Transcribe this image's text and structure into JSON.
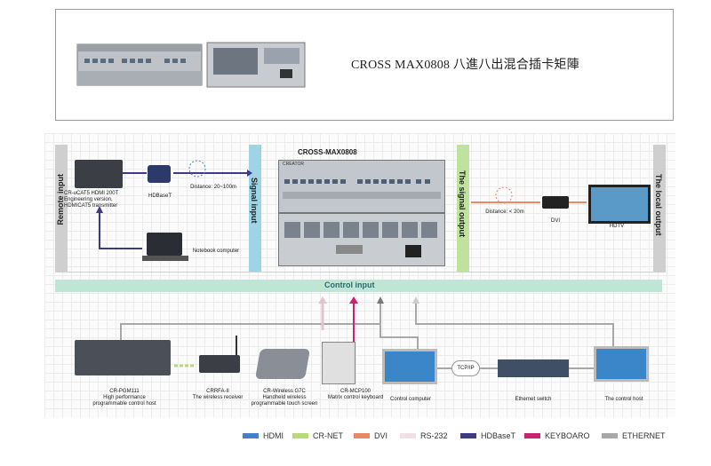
{
  "header": {
    "title": "CROSS MAX0808 八進八出混合插卡矩陣"
  },
  "diagram": {
    "matrix_label": "CROSS-MAX0808",
    "matrix_brand": "CREATOR",
    "remote_input": "Remote input",
    "signal_input": "Signal input",
    "signal_output": "The signal output",
    "local_output": "The local output",
    "control_input": "Control input",
    "tx_label": "CR-uCAT5 HDMI 200T\nEngineering version,\nHDMICAT5 transmitter",
    "hdbaset_label": "HDBaseT",
    "distance_left": "Distance: 20~100m",
    "notebook_label": "Notebook computer",
    "distance_right": "Distance: < 20m",
    "dvi_label": "DVI",
    "hdtv_label": "HDTV",
    "devices": [
      {
        "name": "CR-PGM111",
        "desc": "High performance\nprogrammable control host"
      },
      {
        "name": "CRRFA-II",
        "desc": "The wireless receiver"
      },
      {
        "name": "CR-Wireless G7C",
        "desc": "Handheld wireless\nprogrammable touch screen"
      },
      {
        "name": "CR-MCP100",
        "desc": "Matrix control keyboard"
      },
      {
        "name": "",
        "desc": "Control computer"
      },
      {
        "name": "",
        "desc": "Ethernet switch"
      },
      {
        "name": "",
        "desc": "The control host"
      }
    ],
    "tcpip": "TCP/IP"
  },
  "legend": [
    {
      "label": "HDMI",
      "color": "#4a7fc1"
    },
    {
      "label": "CR-NET",
      "color": "#b7d97c"
    },
    {
      "label": "DVI",
      "color": "#e8876a"
    },
    {
      "label": "RS-232",
      "color": "#f3dfe6"
    },
    {
      "label": "HDBaseT",
      "color": "#3d3a86"
    },
    {
      "label": "KEYBOARO",
      "color": "#c8236e"
    },
    {
      "label": "ETHERNET",
      "color": "#a8a8a8"
    }
  ]
}
